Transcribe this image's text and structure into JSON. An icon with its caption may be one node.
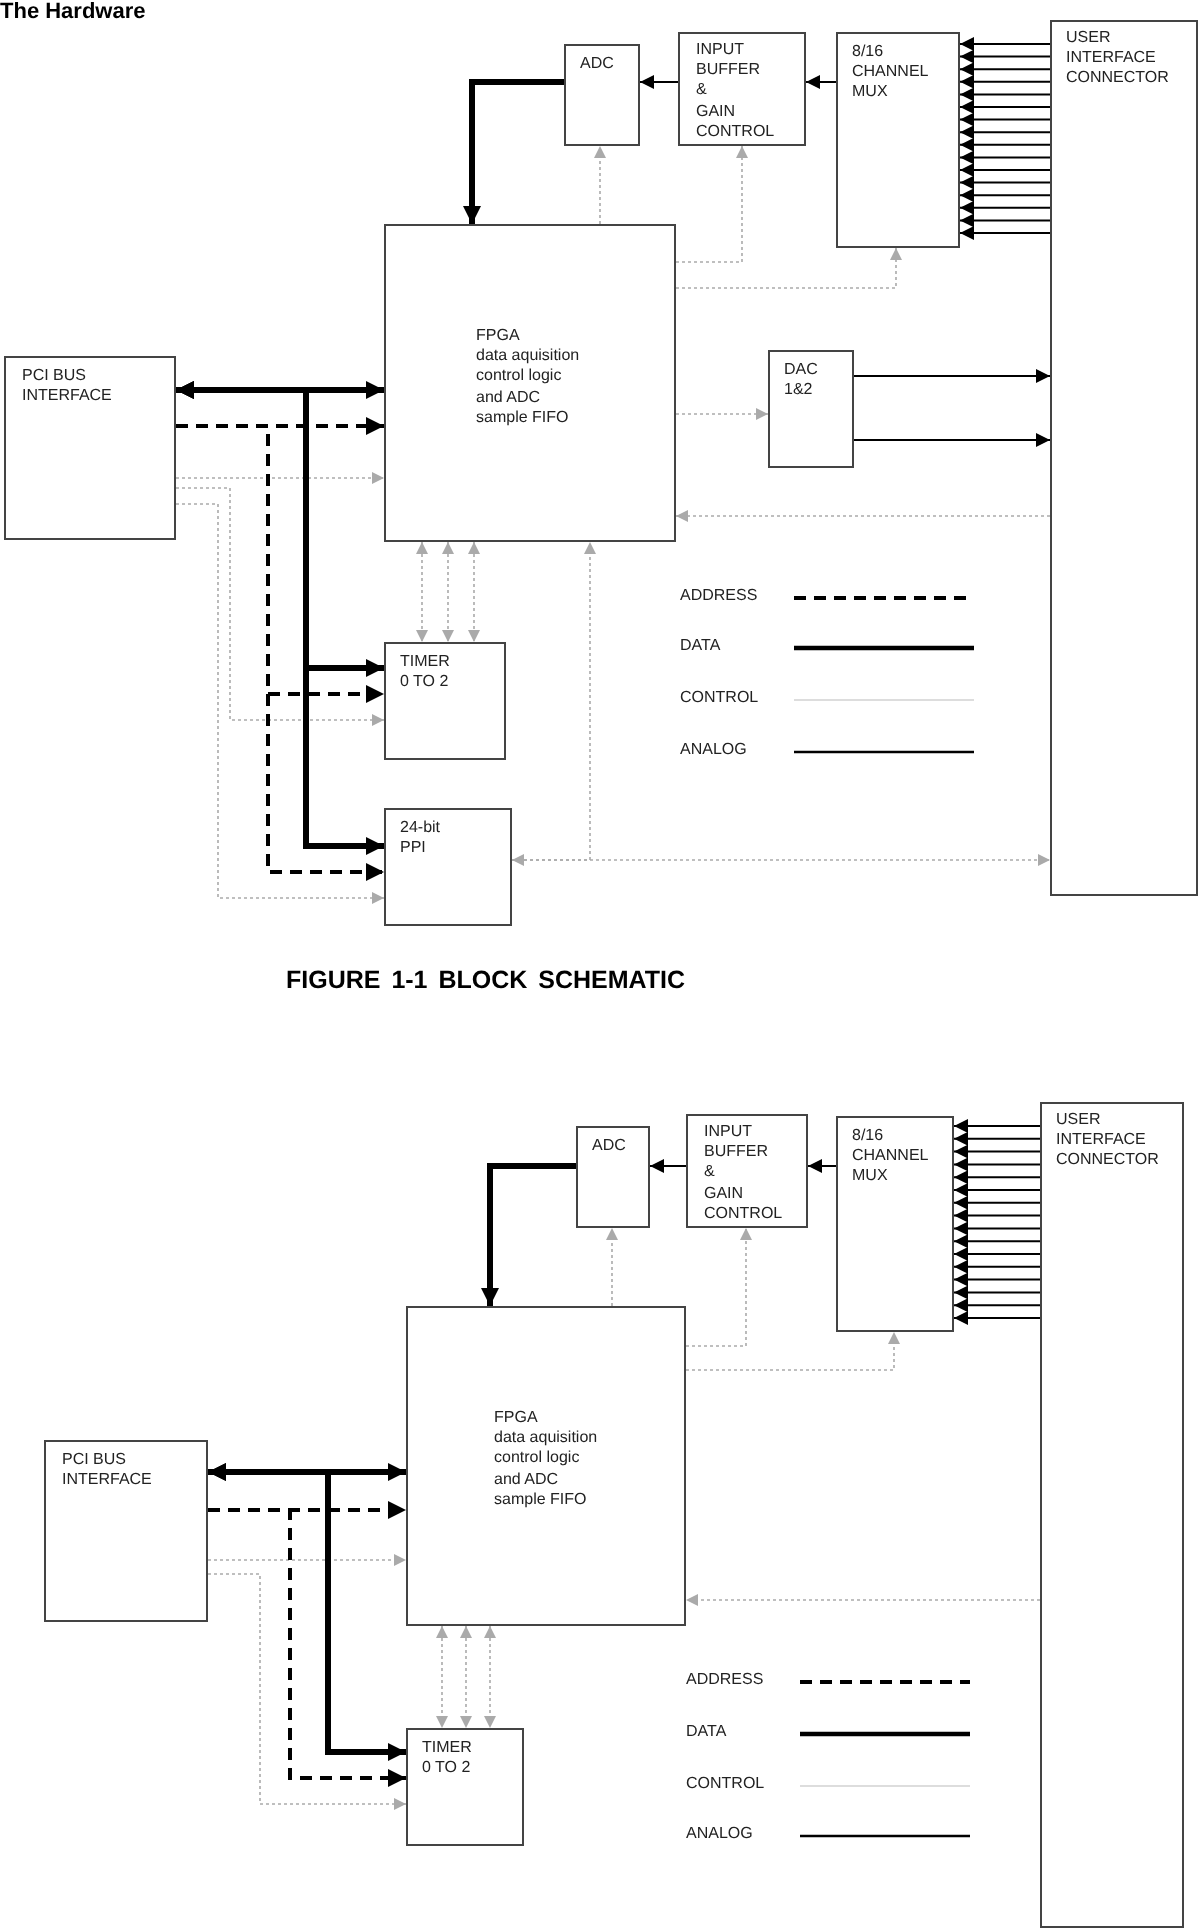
{
  "diagram": {
    "title": "The Hardware",
    "caption": "FIGURE 1-1 BLOCK SCHEMATIC",
    "nodes": [
      {
        "text": [
          "ADC"
        ]
      },
      {
        "text": [
          "INPUT BUFFER & GAIN CONTROL"
        ]
      },
      {
        "text": [
          "8/16 CHANNEL MUX"
        ]
      },
      {
        "text": [
          "USER INTERFACE CONNECTOR"
        ]
      },
      {
        "text": [
          "FPGA data aquisition control logic and ADC sample FIFO"
        ]
      },
      {
        "text": [
          "PCI BUS INTERFACE"
        ]
      },
      {
        "text": [
          "DAC 1&2"
        ]
      },
      {
        "text": [
          "TIMER 0 TO 2"
        ]
      },
      {
        "text": [
          "24-bit PPI"
        ]
      },
      {
        "text": [
          "ADC"
        ]
      },
      {
        "text": [
          "INPUT BUFFER & GAIN CONTROL"
        ]
      },
      {
        "text": [
          "8/16 CHANNEL MUX"
        ]
      },
      {
        "text": [
          "USER INTERFACE CONNECTOR"
        ]
      },
      {
        "text": [
          "FPGA data aquisition control logic and ADC sample FIFO"
        ]
      },
      {
        "text": [
          "PCI BUS INTERFACE"
        ]
      },
      {
        "text": [
          "TIMER 0 TO 2"
        ]
      }
    ],
    "edges": [
      {
        "from": 1,
        "to": 0,
        "arrow": "to"
      },
      {
        "from": 2,
        "to": 1,
        "arrow": "to"
      },
      {
        "from": 3,
        "to": 2,
        "arrow": "to"
      },
      {
        "from": 3,
        "to": 2,
        "arrow": "to"
      },
      {
        "from": 3,
        "to": 2,
        "arrow": "to"
      },
      {
        "from": 3,
        "to": 2,
        "arrow": "to"
      },
      {
        "from": 3,
        "to": 2,
        "arrow": "to"
      },
      {
        "from": 3,
        "to": 2,
        "arrow": "to"
      },
      {
        "from": 3,
        "to": 2,
        "arrow": "to"
      },
      {
        "from": 3,
        "to": 2,
        "arrow": "to"
      },
      {
        "from": 3,
        "to": 2,
        "arrow": "to"
      },
      {
        "from": 3,
        "to": 2,
        "arrow": "to"
      },
      {
        "from": 3,
        "to": 2,
        "arrow": "to"
      },
      {
        "from": 3,
        "to": 2,
        "arrow": "to"
      },
      {
        "from": 3,
        "to": 2,
        "arrow": "to"
      },
      {
        "from": 3,
        "to": 2,
        "arrow": "to"
      },
      {
        "from": 3,
        "to": 2,
        "arrow": "to"
      },
      {
        "from": 3,
        "to": 2,
        "arrow": "to"
      },
      {
        "from": 0,
        "to": 4,
        "arrow": "to",
        "style": "thick"
      },
      {
        "from": 4,
        "to": 0,
        "arrow": "to",
        "style": "dashed",
        "color": "#aaaaaa"
      },
      {
        "from": 4,
        "to": 1,
        "arrow": "to",
        "style": "dashed",
        "color": "#aaaaaa"
      },
      {
        "from": 4,
        "to": 2,
        "arrow": "to",
        "style": "dashed",
        "color": "#aaaaaa"
      },
      {
        "from": 4,
        "to": 6,
        "arrow": "to",
        "style": "dashed",
        "color": "#aaaaaa"
      },
      {
        "from": 6,
        "to": 3,
        "arrow": "to"
      },
      {
        "from": 6,
        "to": 3,
        "arrow": "to"
      },
      {
        "from": 3,
        "to": 4,
        "arrow": "to",
        "style": "dashed",
        "color": "#aaaaaa"
      },
      {
        "from": 5,
        "to": 4,
        "arrow": "both",
        "style": "thick"
      },
      {
        "from": 5,
        "to": 4,
        "arrow": "to",
        "style": "dashed"
      },
      {
        "from": 5,
        "to": 4,
        "arrow": "to",
        "style": "dashed",
        "color": "#aaaaaa"
      },
      {
        "from": 5,
        "to": 7,
        "arrow": "both",
        "style": "thick"
      },
      {
        "from": 5,
        "to": 7,
        "arrow": "to",
        "style": "dashed"
      },
      {
        "from": 5,
        "to": 7,
        "arrow": "to",
        "style": "dashed",
        "color": "#aaaaaa"
      },
      {
        "from": 5,
        "to": 8,
        "arrow": "both",
        "style": "thick"
      },
      {
        "from": 5,
        "to": 8,
        "arrow": "to",
        "style": "dashed"
      },
      {
        "from": 5,
        "to": 8,
        "arrow": "to",
        "style": "dashed",
        "color": "#aaaaaa"
      },
      {
        "from": 4,
        "to": 7,
        "arrow": "both",
        "style": "dashed",
        "color": "#aaaaaa"
      },
      {
        "from": 4,
        "to": 7,
        "arrow": "both",
        "style": "dashed",
        "color": "#aaaaaa"
      },
      {
        "from": 4,
        "to": 7,
        "arrow": "both",
        "style": "dashed",
        "color": "#aaaaaa"
      },
      {
        "from": 8,
        "to": 3,
        "arrow": "both",
        "style": "dashed",
        "color": "#aaaaaa"
      },
      {
        "from": 8,
        "to": 4,
        "arrow": "to",
        "style": "dashed",
        "color": "#aaaaaa"
      },
      {
        "from": 10,
        "to": 9,
        "arrow": "to"
      },
      {
        "from": 11,
        "to": 10,
        "arrow": "to"
      },
      {
        "from": 12,
        "to": 11,
        "arrow": "to"
      },
      {
        "from": 12,
        "to": 11,
        "arrow": "to"
      },
      {
        "from": 12,
        "to": 11,
        "arrow": "to"
      },
      {
        "from": 12,
        "to": 11,
        "arrow": "to"
      },
      {
        "from": 12,
        "to": 11,
        "arrow": "to"
      },
      {
        "from": 12,
        "to": 11,
        "arrow": "to"
      },
      {
        "from": 12,
        "to": 11,
        "arrow": "to"
      },
      {
        "from": 12,
        "to": 11,
        "arrow": "to"
      },
      {
        "from": 12,
        "to": 11,
        "arrow": "to"
      },
      {
        "from": 12,
        "to": 11,
        "arrow": "to"
      },
      {
        "from": 12,
        "to": 11,
        "arrow": "to"
      },
      {
        "from": 12,
        "to": 11,
        "arrow": "to"
      },
      {
        "from": 12,
        "to": 11,
        "arrow": "to"
      },
      {
        "from": 12,
        "to": 11,
        "arrow": "to"
      },
      {
        "from": 12,
        "to": 11,
        "arrow": "to"
      },
      {
        "from": 12,
        "to": 11,
        "arrow": "to"
      },
      {
        "from": 9,
        "to": 13,
        "arrow": "to",
        "style": "thick"
      },
      {
        "from": 13,
        "to": 9,
        "arrow": "to",
        "style": "dashed",
        "color": "#aaaaaa"
      },
      {
        "from": 13,
        "to": 10,
        "arrow": "to",
        "style": "dashed",
        "color": "#aaaaaa"
      },
      {
        "from": 13,
        "to": 11,
        "arrow": "to",
        "style": "dashed",
        "color": "#aaaaaa"
      },
      {
        "from": 12,
        "to": 13,
        "arrow": "to",
        "style": "dashed",
        "color": "#aaaaaa"
      },
      {
        "from": 14,
        "to": 13,
        "arrow": "both",
        "style": "thick"
      },
      {
        "from": 14,
        "to": 13,
        "arrow": "to",
        "style": "dashed"
      },
      {
        "from": 14,
        "to": 13,
        "arrow": "to",
        "style": "dashed",
        "color": "#aaaaaa"
      },
      {
        "from": 14,
        "to": 15,
        "arrow": "both",
        "style": "thick"
      },
      {
        "from": 14,
        "to": 15,
        "arrow": "to",
        "style": "dashed"
      },
      {
        "from": 14,
        "to": 15,
        "arrow": "to",
        "style": "dashed",
        "color": "#aaaaaa"
      },
      {
        "from": 13,
        "to": 15,
        "arrow": "both",
        "style": "dashed",
        "color": "#aaaaaa"
      },
      {
        "from": 13,
        "to": 15,
        "arrow": "both",
        "style": "dashed",
        "color": "#aaaaaa"
      },
      {
        "from": 13,
        "to": 15,
        "arrow": "both",
        "style": "dashed",
        "color": "#aaaaaa"
      }
    ],
    "legend": [
      {
        "text": "ADDRESS"
      },
      {
        "text": "DATA"
      },
      {
        "text": "CONTROL"
      },
      {
        "text": "ANALOG"
      },
      {
        "text": "ADDRESS"
      },
      {
        "text": "DATA"
      },
      {
        "text": "CONTROL"
      },
      {
        "text": "ANALOG"
      }
    ]
  }
}
